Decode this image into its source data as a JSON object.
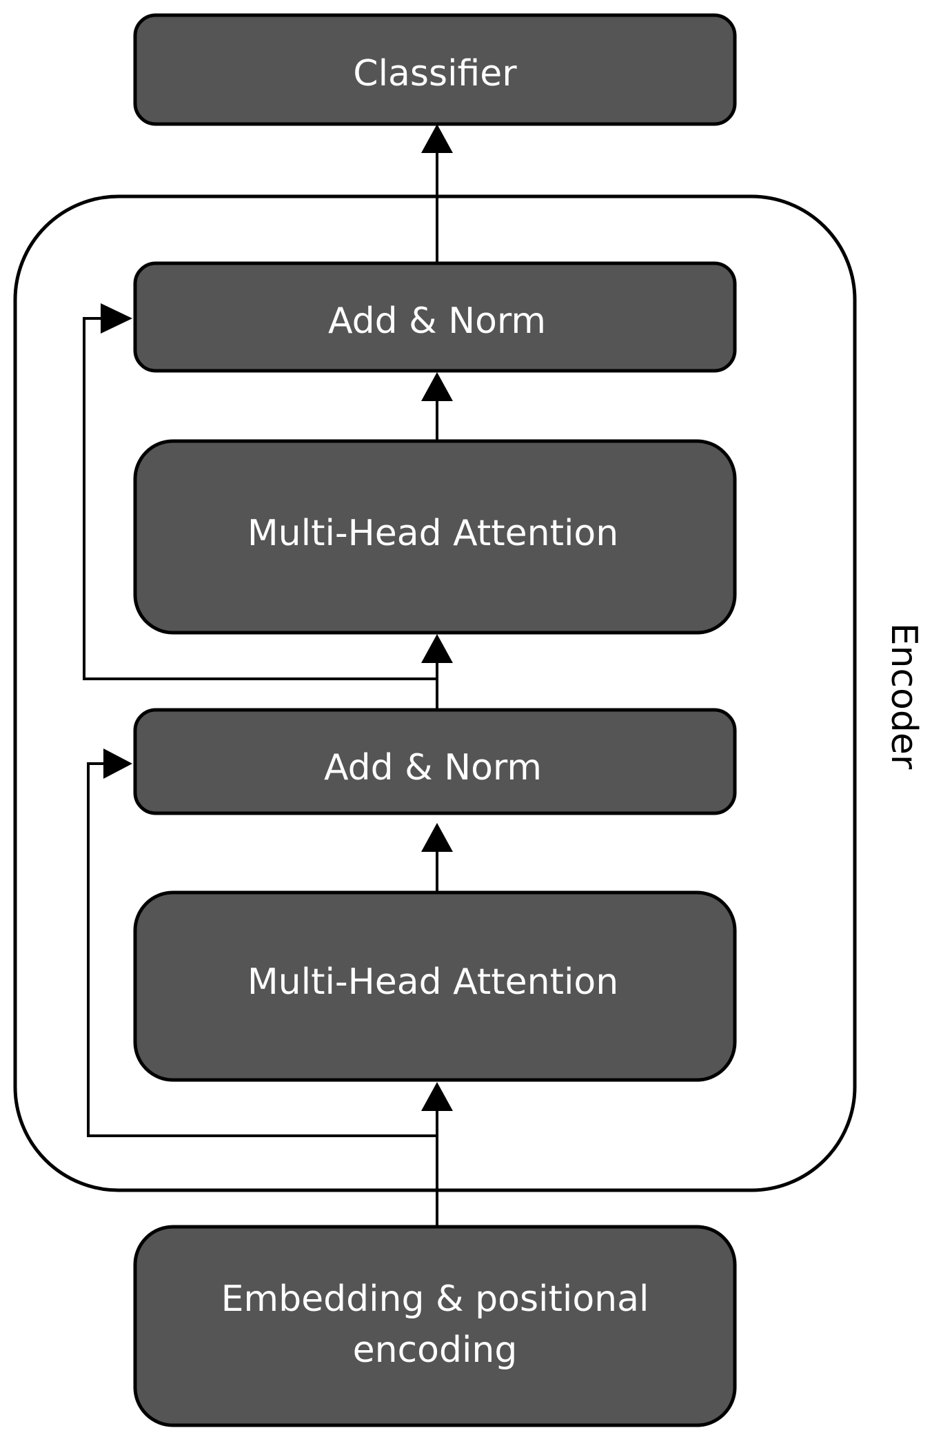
{
  "encoder": {
    "label": "Encoder"
  },
  "blocks": {
    "classifier": "Classifier",
    "add_norm_top": "Add & Norm",
    "attention_top": "Multi-Head Attention",
    "add_norm_bottom": "Add & Norm",
    "attention_bottom": "Multi-Head Attention",
    "embedding_line1": "Embedding & positional",
    "embedding_line2": "encoding"
  },
  "colors": {
    "block_fill": "#555555",
    "block_text": "#ffffff",
    "line": "#000000",
    "background": "#ffffff"
  }
}
